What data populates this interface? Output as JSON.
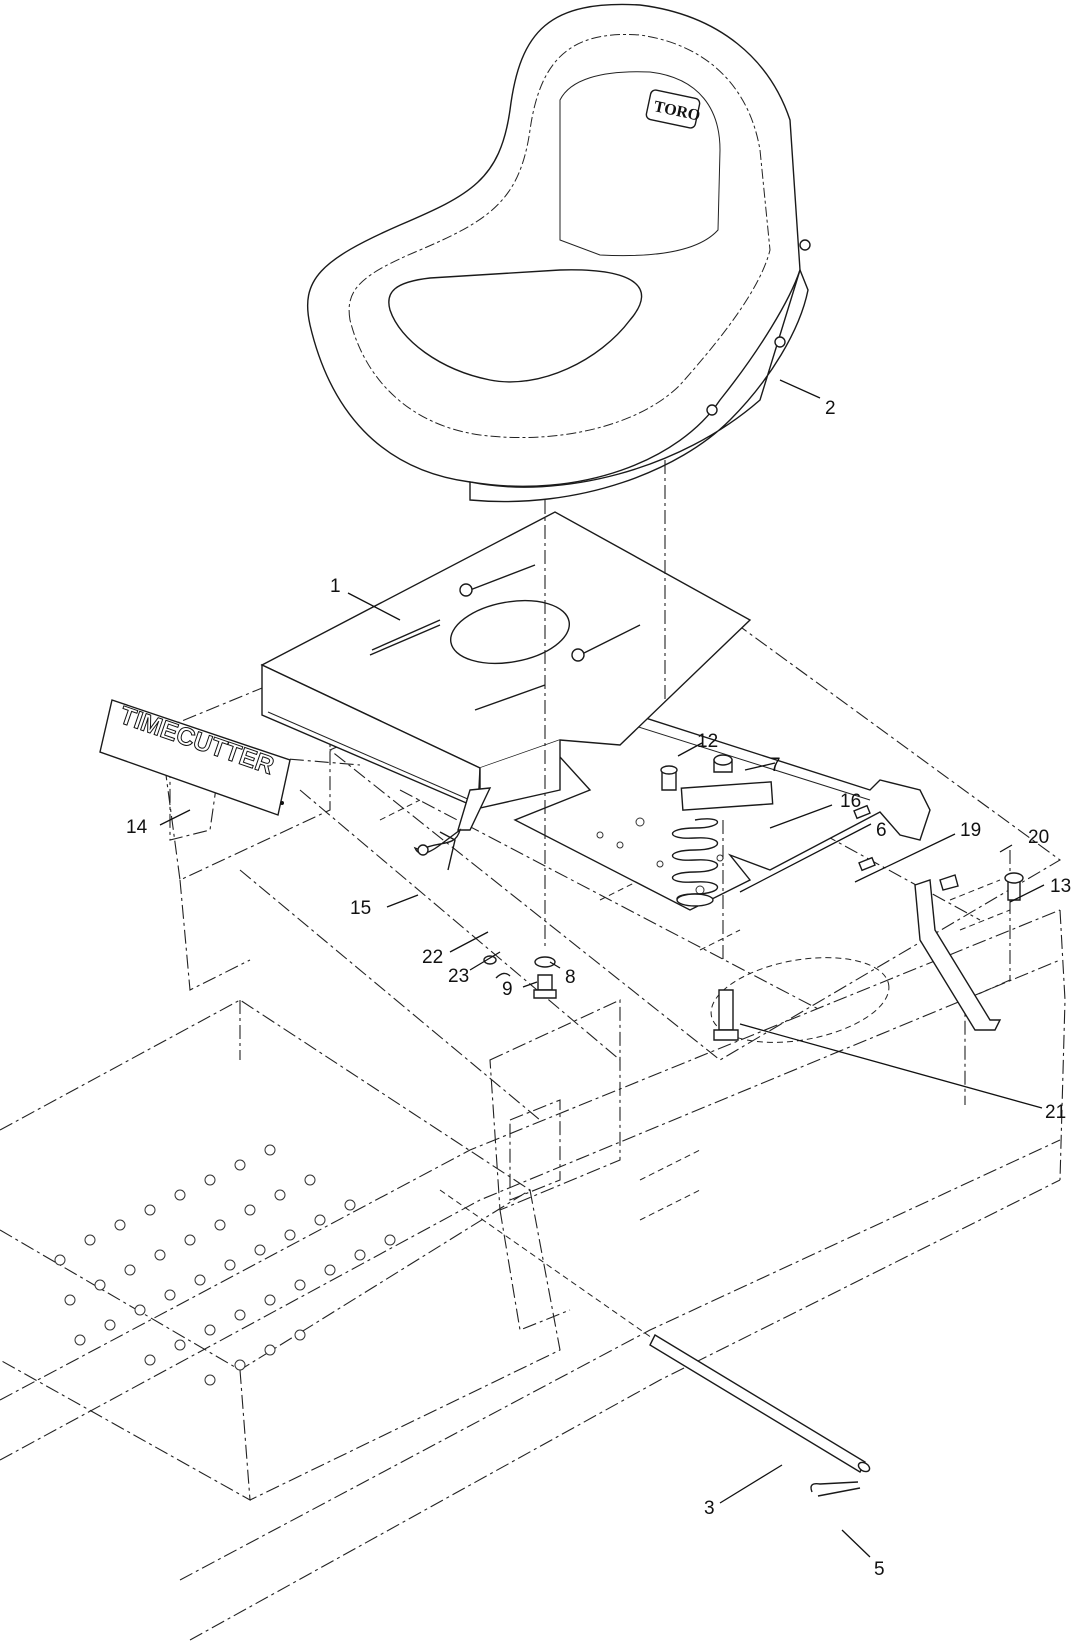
{
  "decal": {
    "text": "TIMECUTTER"
  },
  "seat_logo": {
    "text": "TORO"
  },
  "callouts": [
    {
      "id": "c1",
      "label": "1"
    },
    {
      "id": "c2",
      "label": "2"
    },
    {
      "id": "c3",
      "label": "3"
    },
    {
      "id": "c5",
      "label": "5"
    },
    {
      "id": "c6",
      "label": "6"
    },
    {
      "id": "c7",
      "label": "7"
    },
    {
      "id": "c8",
      "label": "8"
    },
    {
      "id": "c9",
      "label": "9"
    },
    {
      "id": "c12",
      "label": "12"
    },
    {
      "id": "c13",
      "label": "13"
    },
    {
      "id": "c14",
      "label": "14"
    },
    {
      "id": "c15",
      "label": "15"
    },
    {
      "id": "c16",
      "label": "16"
    },
    {
      "id": "c19",
      "label": "19"
    },
    {
      "id": "c20",
      "label": "20"
    },
    {
      "id": "c21",
      "label": "21"
    },
    {
      "id": "c22",
      "label": "22"
    },
    {
      "id": "c23",
      "label": "23"
    }
  ]
}
